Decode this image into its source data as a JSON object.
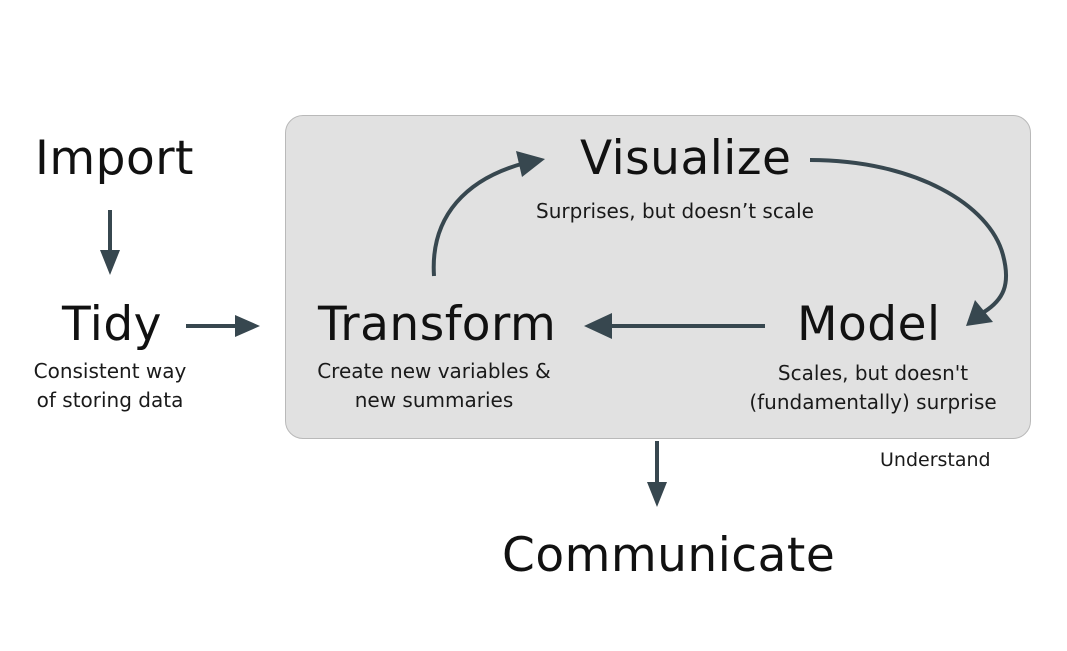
{
  "nodes": {
    "import": {
      "title": "Import"
    },
    "tidy": {
      "title": "Tidy",
      "caption_line1": "Consistent way",
      "caption_line2": "of storing data"
    },
    "transform": {
      "title": "Transform",
      "caption_line1": "Create new variables &",
      "caption_line2": "new summaries"
    },
    "visualize": {
      "title": "Visualize",
      "caption_line1": "Surprises, but doesn’t scale"
    },
    "model": {
      "title": "Model",
      "caption_line1": "Scales, but doesn't",
      "caption_line2": "(fundamentally) surprise"
    },
    "communicate": {
      "title": "Communicate"
    }
  },
  "understand_box": {
    "label": "Understand"
  },
  "edges": [
    {
      "from": "Import",
      "to": "Tidy"
    },
    {
      "from": "Tidy",
      "to": "Transform"
    },
    {
      "from": "Transform",
      "to": "Visualize"
    },
    {
      "from": "Visualize",
      "to": "Model"
    },
    {
      "from": "Model",
      "to": "Transform"
    },
    {
      "from": "Understand",
      "to": "Communicate"
    }
  ],
  "colors": {
    "arrow": "#37474f",
    "box_fill": "#e1e1e1",
    "box_border": "#b9b9b9",
    "text": "#111111"
  }
}
